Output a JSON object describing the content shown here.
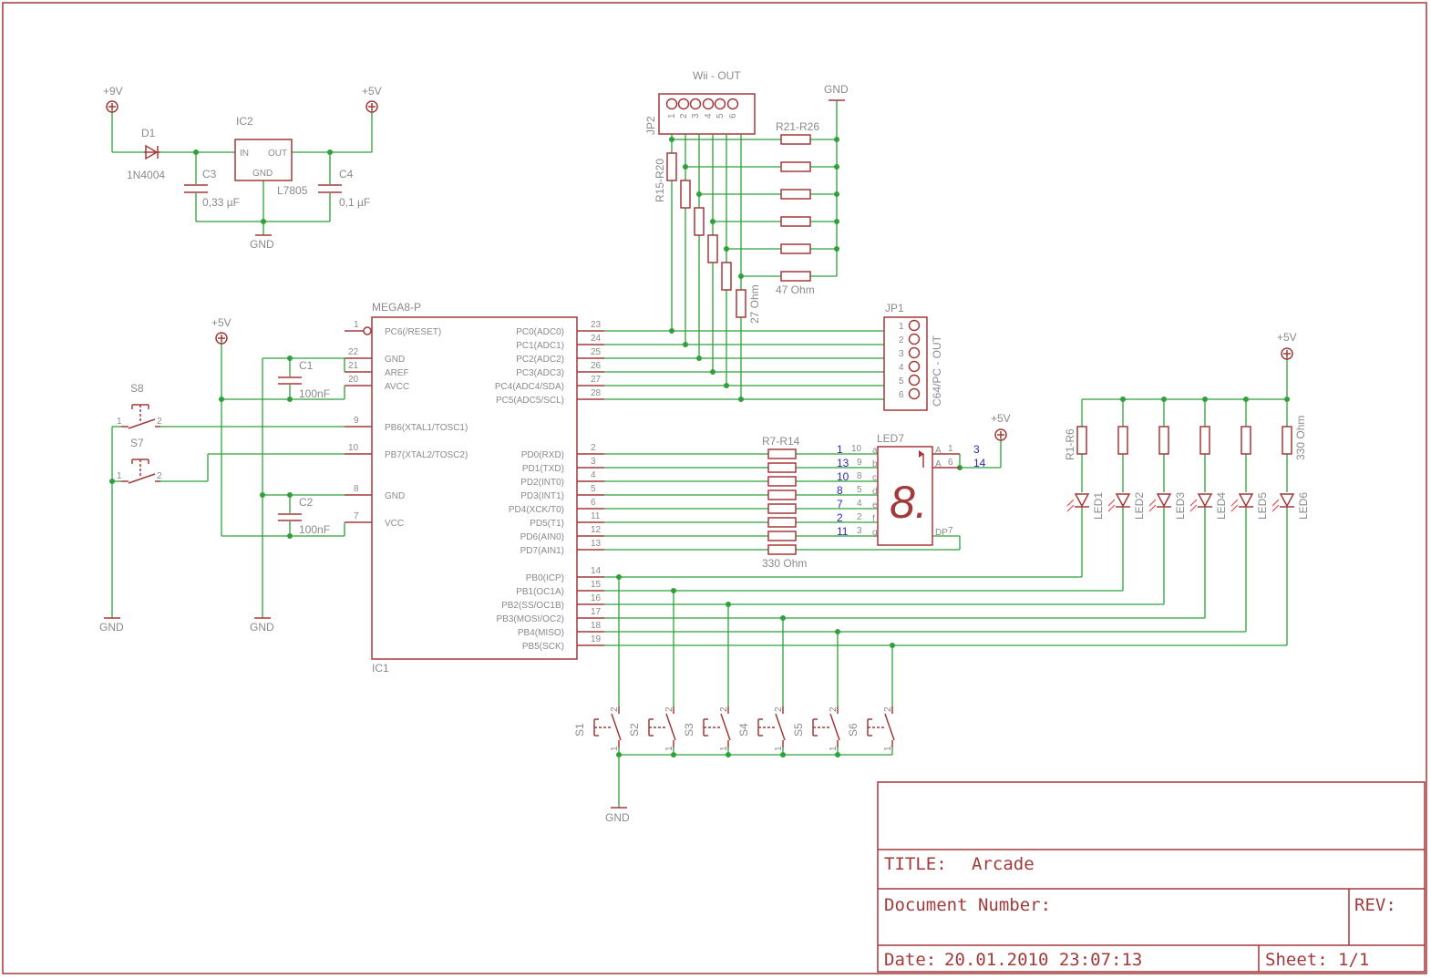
{
  "supply": {
    "plus9": "+9V",
    "plus5": "+5V",
    "gnd": "GND",
    "d1": "D1",
    "d1_value": "1N4004",
    "ic2": "IC2",
    "ic2_in": "IN",
    "ic2_out": "OUT",
    "ic2_gnd": "GND",
    "ic2_value": "L7805",
    "c3": "C3",
    "c3_value": "0,33 µF",
    "c4": "C4",
    "c4_value": "0,1 µF"
  },
  "wii": {
    "header": "Wii - OUT",
    "jp2": "JP2",
    "jp2_pins": [
      "1",
      "2",
      "3",
      "4",
      "5",
      "6"
    ],
    "r_series": "R15-R20",
    "r_series_value": "27 Ohm",
    "r_pull": "R21-R26",
    "r_pull_value": "47 Ohm",
    "gnd": "GND"
  },
  "mcu": {
    "name": "MEGA8-P",
    "ref": "IC1",
    "left": [
      {
        "num": "1",
        "name": "PC6(/RESET)"
      },
      {
        "num": "22",
        "name": "GND"
      },
      {
        "num": "21",
        "name": "AREF"
      },
      {
        "num": "20",
        "name": "AVCC"
      },
      {
        "num": "9",
        "name": "PB6(XTAL1/TOSC1)"
      },
      {
        "num": "10",
        "name": "PB7(XTAL2/TOSC2)"
      },
      {
        "num": "8",
        "name": "GND"
      },
      {
        "num": "7",
        "name": "VCC"
      }
    ],
    "right": [
      {
        "num": "23",
        "name": "PC0(ADC0)"
      },
      {
        "num": "24",
        "name": "PC1(ADC1)"
      },
      {
        "num": "25",
        "name": "PC2(ADC2)"
      },
      {
        "num": "26",
        "name": "PC3(ADC3)"
      },
      {
        "num": "27",
        "name": "PC4(ADC4/SDA)"
      },
      {
        "num": "28",
        "name": "PC5(ADC5/SCL)"
      },
      {
        "num": "2",
        "name": "PD0(RXD)"
      },
      {
        "num": "3",
        "name": "PD1(TXD)"
      },
      {
        "num": "4",
        "name": "PD2(INT0)"
      },
      {
        "num": "5",
        "name": "PD3(INT1)"
      },
      {
        "num": "6",
        "name": "PD4(XCK/T0)"
      },
      {
        "num": "11",
        "name": "PD5(T1)"
      },
      {
        "num": "12",
        "name": "PD6(AIN0)"
      },
      {
        "num": "13",
        "name": "PD7(AIN1)"
      },
      {
        "num": "14",
        "name": "PB0(ICP)"
      },
      {
        "num": "15",
        "name": "PB1(OC1A)"
      },
      {
        "num": "16",
        "name": "PB2(SS/OC1B)"
      },
      {
        "num": "17",
        "name": "PB3(MOSI/OC2)"
      },
      {
        "num": "18",
        "name": "PB4(MISO)"
      },
      {
        "num": "19",
        "name": "PB5(SCK)"
      }
    ]
  },
  "inputs": {
    "plus5": "+5V",
    "gnd_s": "GND",
    "gnd_c": "GND",
    "c1": "C1",
    "c1_value": "100nF",
    "c2": "C2",
    "c2_value": "100nF",
    "s8": "S8",
    "s7": "S7",
    "pin1": "1",
    "pin2": "2"
  },
  "jp1": {
    "name": "JP1",
    "label": "C64/PC - OUT",
    "pins": [
      "1",
      "2",
      "3",
      "4",
      "5",
      "6"
    ]
  },
  "display": {
    "rnet": "R7-R14",
    "rnet_value": "330 Ohm",
    "name": "LED7",
    "digit": "8.",
    "plus5": "+5V",
    "seg_map": [
      {
        "blue": "1",
        "pin": "10",
        "seg": "a"
      },
      {
        "blue": "13",
        "pin": "9",
        "seg": "b"
      },
      {
        "blue": "10",
        "pin": "8",
        "seg": "c"
      },
      {
        "blue": "8",
        "pin": "5",
        "seg": "d"
      },
      {
        "blue": "7",
        "pin": "4",
        "seg": "e"
      },
      {
        "blue": "2",
        "pin": "2",
        "seg": "f"
      },
      {
        "blue": "11",
        "pin": "3",
        "seg": "g"
      }
    ],
    "anode_a": "A",
    "anode_pin1": "1",
    "anode_pin2": "6",
    "anode_blue1": "3",
    "anode_blue2": "14",
    "dp": "DP",
    "dp_pin": "7"
  },
  "leds": {
    "plus5": "+5V",
    "rnet": "R1-R6",
    "rvalue": "330 Ohm",
    "names": [
      "LED1",
      "LED2",
      "LED3",
      "LED4",
      "LED5",
      "LED6"
    ]
  },
  "buttons": {
    "names": [
      "S1",
      "S2",
      "S3",
      "S4",
      "S5",
      "S6"
    ],
    "pin1": "1",
    "pin2": "2",
    "gnd": "GND"
  },
  "titleblock": {
    "title_label": "TITLE:",
    "title": "Arcade",
    "doc_label": "Document Number:",
    "rev_label": "REV:",
    "date_label": "Date:",
    "date": "20.01.2010 23:07:13",
    "sheet_label": "Sheet:",
    "sheet": "1/1"
  }
}
